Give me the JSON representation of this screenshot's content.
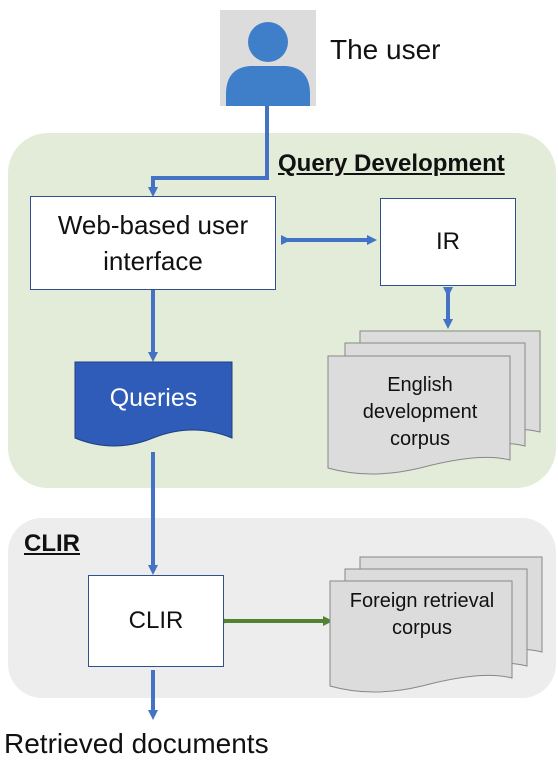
{
  "user_label": "The user",
  "query_development": {
    "title": "Query Development",
    "web_ui": "Web-based user interface",
    "ir": "IR",
    "queries": "Queries",
    "english_corpus": "English development corpus"
  },
  "clir_section": {
    "title": "CLIR",
    "clir_box": "CLIR",
    "foreign_corpus": "Foreign retrieval corpus"
  },
  "output_label": "Retrieved documents",
  "colors": {
    "arrow_blue": "#4472c4",
    "arrow_green": "#548235",
    "queries_fill": "#2e5cb8",
    "panel_green": "#e2ecd8",
    "panel_gray": "#ededed"
  }
}
